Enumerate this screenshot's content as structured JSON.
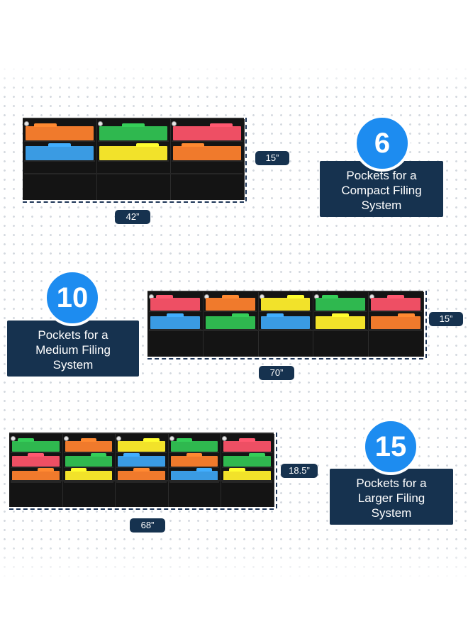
{
  "colors": {
    "navy": "#16324f",
    "badge_blue": "#1d8cf0",
    "orange": "#f07a2c",
    "green": "#2fb84f",
    "pink": "#ee4f64",
    "blue": "#3a9be3",
    "yellow": "#f2e22a",
    "organizer": "#141414"
  },
  "compact": {
    "count": "6",
    "line1": "Pockets for a",
    "line2": "Compact Filing",
    "line3": "System",
    "width": "42”",
    "height": "15”",
    "pockets": [
      [
        "orange",
        "green",
        "pink"
      ],
      [
        "blue",
        "yellow",
        "orange"
      ]
    ]
  },
  "medium": {
    "count": "10",
    "line1": "Pockets for a",
    "line2": "Medium Filing",
    "line3": "System",
    "width": "70”",
    "height": "15”",
    "pockets": [
      [
        "pink",
        "orange",
        "yellow",
        "green",
        "pink"
      ],
      [
        "blue",
        "green",
        "blue",
        "yellow",
        "orange"
      ]
    ]
  },
  "larger": {
    "count": "15",
    "line1": "Pockets for a",
    "line2": "Larger Filing",
    "line3": "System",
    "width": "68”",
    "height": "18.5”",
    "pockets": [
      [
        "green",
        "orange",
        "yellow",
        "green",
        "pink"
      ],
      [
        "pink",
        "green",
        "blue",
        "orange",
        "green"
      ],
      [
        "orange",
        "yellow",
        "orange",
        "blue",
        "yellow"
      ]
    ]
  }
}
